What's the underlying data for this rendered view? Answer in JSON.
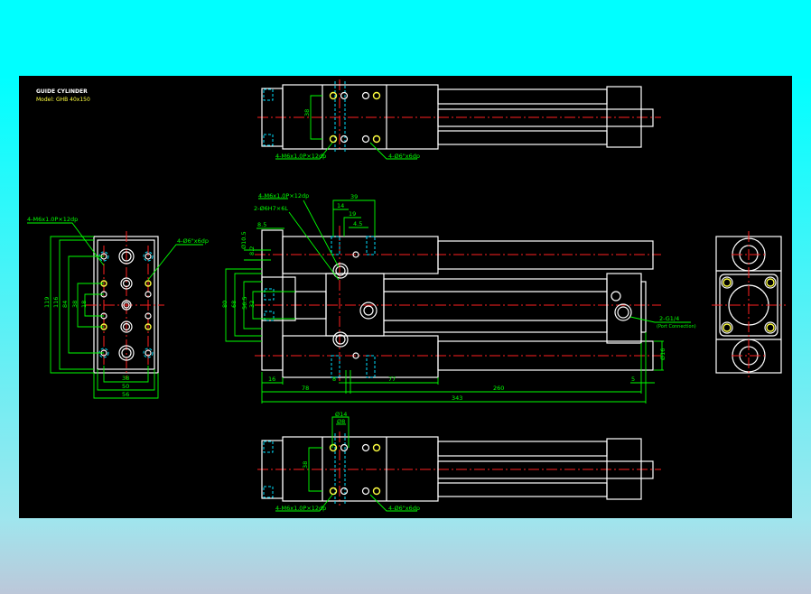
{
  "title_block": {
    "title": "GUIDE CYLINDER",
    "model": "Model: GHB 40x150"
  },
  "colors": {
    "background_top": "#00ffff",
    "canvas": "#000000",
    "outline": "#ffffff",
    "centerline": "#ff2020",
    "hidden": "#00e0ff",
    "dimension": "#00ff00",
    "holes": "#ffff40"
  },
  "top_view": {
    "dim_pitch": "38",
    "note_tap": "4-M6x1.0P×12dp",
    "note_pin": "4-Ø6\"x6dp"
  },
  "side_view_left": {
    "note_tap": "4-M6x1.0P×12dp",
    "note_pin": "4-Ø6\"x6dp",
    "dims_vertical": [
      "119",
      "116",
      "84",
      "38",
      "18"
    ],
    "dims_horizontal": [
      "38",
      "50",
      "56"
    ]
  },
  "front_view": {
    "note_tap": "4-M6x1.0P×12dp",
    "note_pin": "2-Ø6H7×6L",
    "dim_39": "39",
    "dim_14": "14",
    "dim_19": "19",
    "dim_4_5": "4.5",
    "dim_8_5": "8.5",
    "dim_d10_5": "Ø10.5",
    "dim_8_2": "8.2",
    "dim_80": "80",
    "dim_68": "68",
    "dim_56_5": "56.5",
    "dim_32": "32",
    "dim_16": "16",
    "dim_78": "78",
    "dim_8": "8",
    "dim_77": "77",
    "dim_5": "5",
    "dim_260": "260",
    "dim_343": "343",
    "dim_d16": "Ø16",
    "port_note": "2-G1/4",
    "port_sub": "(Port Connection)"
  },
  "bottom_view": {
    "dim_d14": "Ø14",
    "dim_d8": "Ø8",
    "dim_pitch": "38",
    "note_tap": "4-M6x1.0P×12dp",
    "note_pin": "4-Ø6\"x6dp"
  }
}
